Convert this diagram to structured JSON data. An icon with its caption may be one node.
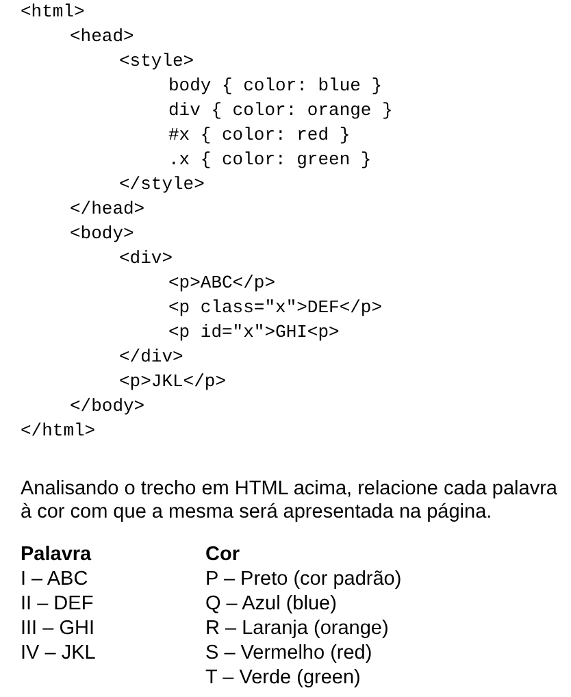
{
  "diagram": {
    "labels": [
      "<html>",
      "<head>",
      "<style>",
      "body { color: blue }",
      "div { color: orange }",
      "#x { color: red }",
      ".x { color: green }",
      "</style>",
      "</head>",
      "<body>",
      "<div>",
      "<p>ABC</p>",
      "<p class=\"x\">DEF</p>",
      "<p id=\"x\">GHI<p>",
      "</div>",
      "<p>JKL</p>",
      "</body>",
      "</html>",
      "Analisando o trecho em HTML acima, relacione cada palavra à cor com que a mesma será apresentada na página.",
      "Palavra",
      "Cor",
      "I – ABC",
      "P – Preto (cor padrão)",
      "II – DEF",
      "Q – Azul (blue)",
      "III – GHI",
      "R – Laranja (orange)",
      "IV – JKL",
      "S – Vermelho (red)",
      "T – Verde (green)"
    ]
  }
}
